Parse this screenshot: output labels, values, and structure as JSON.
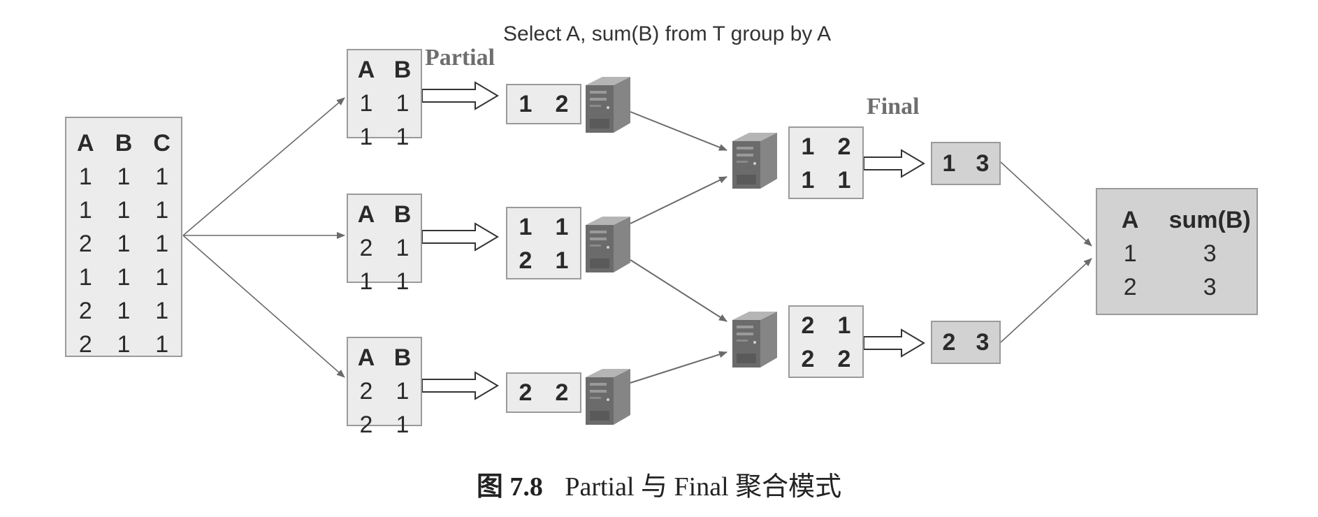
{
  "query": "Select A, sum(B) from T group by A",
  "labels": {
    "partial": "Partial",
    "final": "Final"
  },
  "source_table": {
    "headers": [
      "A",
      "B",
      "C"
    ],
    "rows": [
      [
        "1",
        "1",
        "1"
      ],
      [
        "1",
        "1",
        "1"
      ],
      [
        "2",
        "1",
        "1"
      ],
      [
        "1",
        "1",
        "1"
      ],
      [
        "2",
        "1",
        "1"
      ],
      [
        "2",
        "1",
        "1"
      ]
    ]
  },
  "split_tables": [
    {
      "headers": [
        "A",
        "B"
      ],
      "rows": [
        [
          "1",
          "1"
        ],
        [
          "1",
          "1"
        ]
      ]
    },
    {
      "headers": [
        "A",
        "B"
      ],
      "rows": [
        [
          "2",
          "1"
        ],
        [
          "1",
          "1"
        ]
      ]
    },
    {
      "headers": [
        "A",
        "B"
      ],
      "rows": [
        [
          "2",
          "1"
        ],
        [
          "2",
          "1"
        ]
      ]
    }
  ],
  "partial_results": [
    {
      "rows": [
        [
          "1",
          "2"
        ]
      ]
    },
    {
      "rows": [
        [
          "1",
          "1"
        ],
        [
          "2",
          "1"
        ]
      ]
    },
    {
      "rows": [
        [
          "2",
          "2"
        ]
      ]
    }
  ],
  "final_inputs": [
    {
      "rows": [
        [
          "1",
          "2"
        ],
        [
          "1",
          "1"
        ]
      ]
    },
    {
      "rows": [
        [
          "2",
          "1"
        ],
        [
          "2",
          "2"
        ]
      ]
    }
  ],
  "final_outputs": [
    {
      "rows": [
        [
          "1",
          "3"
        ]
      ]
    },
    {
      "rows": [
        [
          "2",
          "3"
        ]
      ]
    }
  ],
  "result_table": {
    "headers": [
      "A",
      "sum(B)"
    ],
    "rows": [
      [
        "1",
        "3"
      ],
      [
        "2",
        "3"
      ]
    ]
  },
  "caption": {
    "figure_number": "图 7.8",
    "text": "Partial 与 Final 聚合模式"
  },
  "colors": {
    "server_front": "#6b6b6b",
    "server_side": "#858585",
    "server_top": "#b5b5b5",
    "line": "#6a6a6a"
  }
}
